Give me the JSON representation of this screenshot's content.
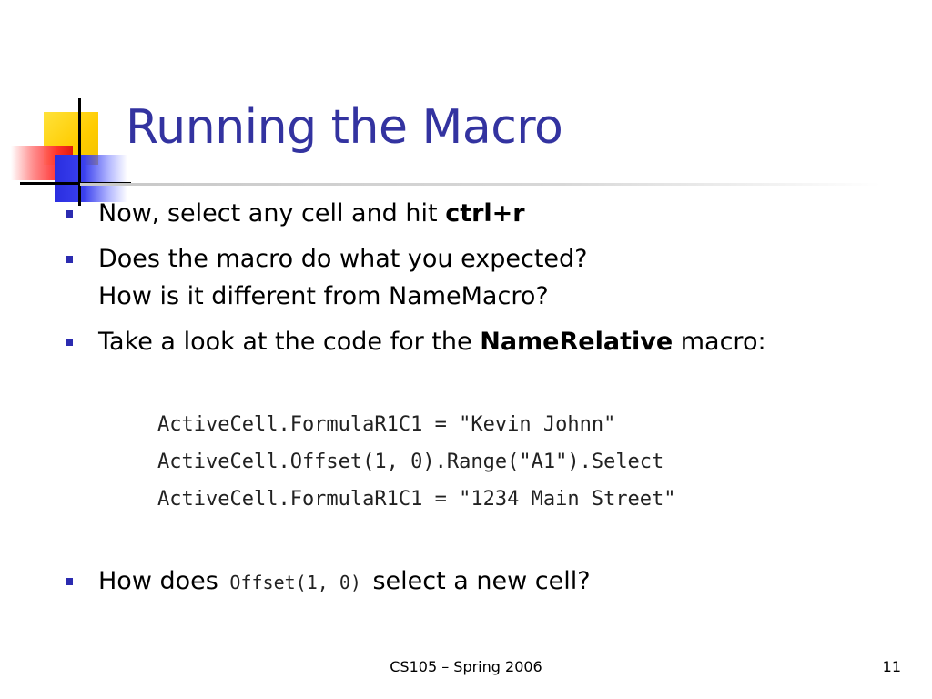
{
  "slide": {
    "title": "Running the Macro",
    "bullets": [
      {
        "text": "Now, select any cell and hit ",
        "bold": "ctrl+r"
      },
      {
        "line1": "Does the macro do what you expected?",
        "line2": "How is it different from NameMacro?"
      },
      {
        "text": "Take a look at the code for the ",
        "bold": "NameRelative",
        "after": " macro:"
      }
    ],
    "code_lines": [
      "ActiveCell.FormulaR1C1 = \"Kevin Johnn\"",
      "ActiveCell.Offset(1, 0).Range(\"A1\").Select",
      "ActiveCell.FormulaR1C1 = \"1234 Main Street\""
    ],
    "last_bullet": {
      "before": "How does ",
      "code": "Offset(1, 0)",
      "after": " select a new cell?"
    },
    "footer": "CS105 – Spring 2006",
    "slide_number": "11"
  },
  "colors": {
    "title": "#3333a0",
    "bullet_marker": "#2b2bb0",
    "accent_yellow": "#ffcc00",
    "accent_red": "#ff2a2a",
    "accent_blue": "#2a2ee0"
  }
}
